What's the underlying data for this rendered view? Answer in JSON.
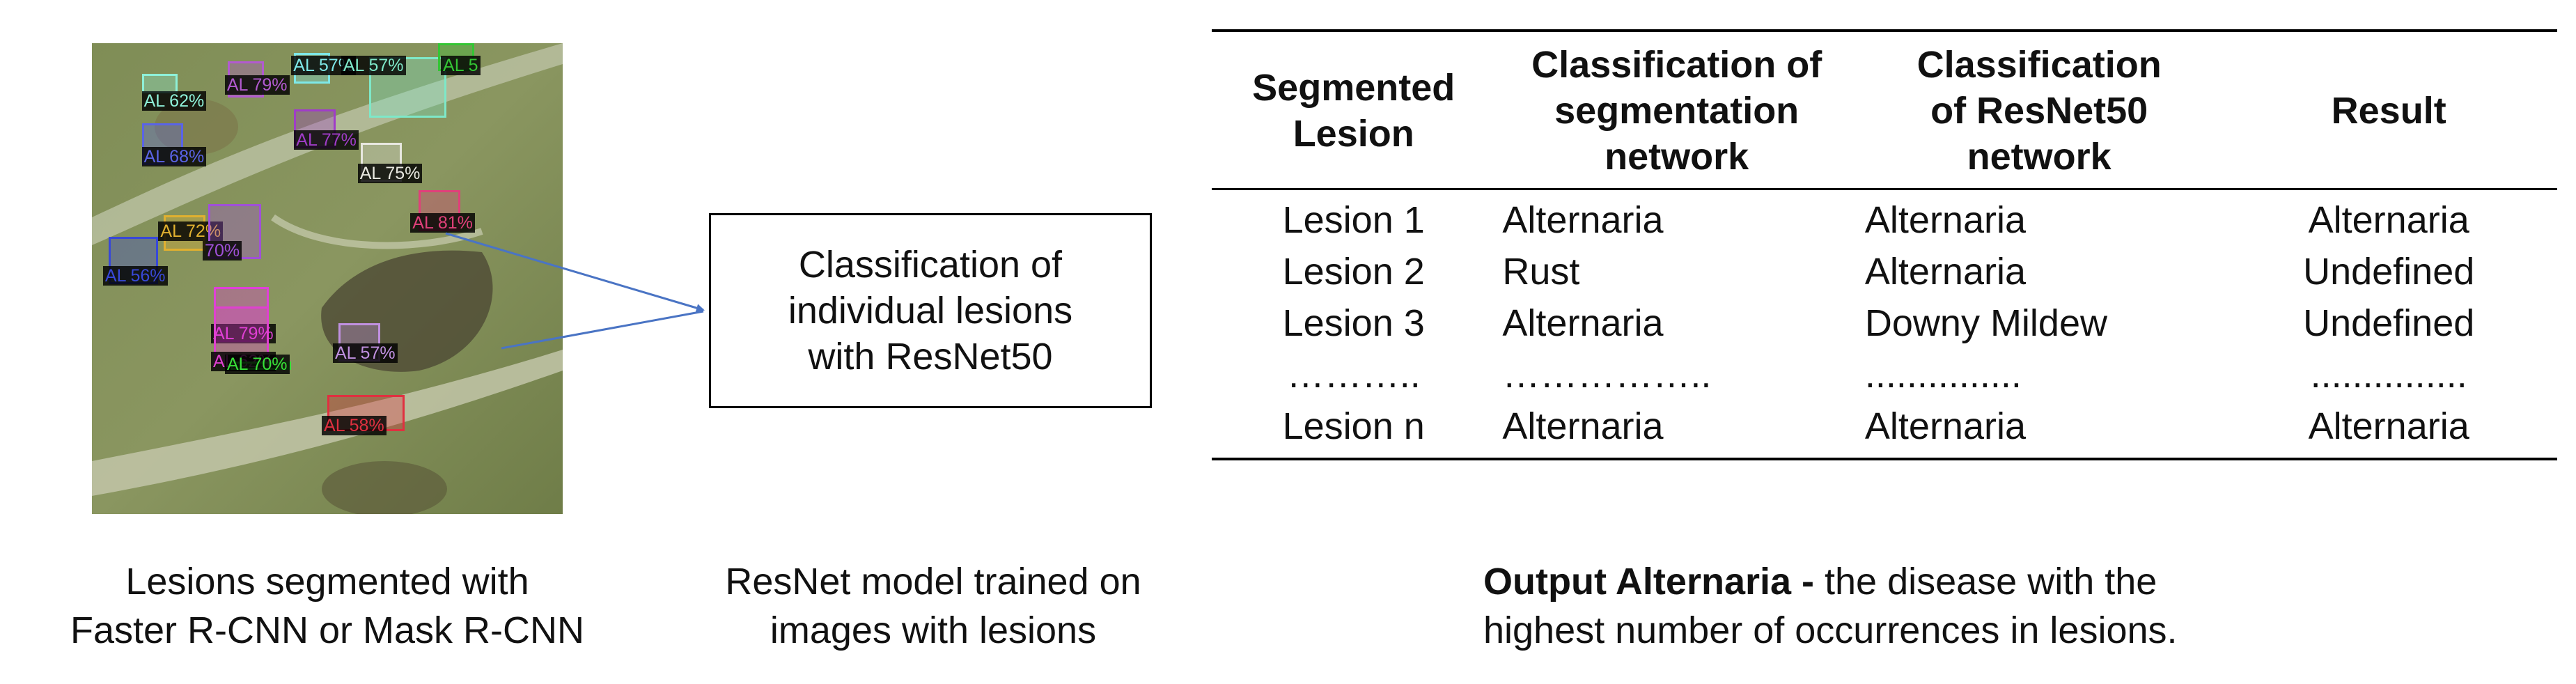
{
  "image": {
    "detections": [
      {
        "label": "AL 62%",
        "color": "#8ef0d8"
      },
      {
        "label": "AL 79%",
        "color": "#b25ad0"
      },
      {
        "label": "AL 57%",
        "color": "#7ee8e8"
      },
      {
        "label": "AL 57%",
        "color": "#7ee8c8"
      },
      {
        "label": "AL 5",
        "color": "#34c534"
      },
      {
        "label": "AL 77%",
        "color": "#a03cc8"
      },
      {
        "label": "AL 68%",
        "color": "#5a64e6"
      },
      {
        "label": "AL 75%",
        "color": "#e8e8e0"
      },
      {
        "label": "AL 81%",
        "color": "#e0407a"
      },
      {
        "label": "AL 72%",
        "color": "#e0b030"
      },
      {
        "label": "70%",
        "color": "#a050d8"
      },
      {
        "label": "AL 56%",
        "color": "#3848d8"
      },
      {
        "label": "AL 79%",
        "color": "#e040d8"
      },
      {
        "label": "AL 62%",
        "color": "#e040d0"
      },
      {
        "label": "AL 57%",
        "color": "#c090e0"
      },
      {
        "label": "AL 70%",
        "color": "#38e038"
      },
      {
        "label": "AL 58%",
        "color": "#e03040"
      }
    ]
  },
  "center_box": {
    "lines": [
      "Classification of",
      "individual lesions",
      "with ResNet50"
    ]
  },
  "captions": {
    "left": [
      "Lesions segmented with",
      "Faster R-CNN or Mask R-CNN"
    ],
    "middle": [
      "ResNet model trained on",
      "images with lesions"
    ],
    "right_bold": "Output Alternaria -",
    "right_rest": " the disease with the",
    "right_line2": "highest number of occurrences in lesions."
  },
  "table": {
    "headers": [
      [
        "Segmented",
        "Lesion"
      ],
      [
        "Classification of",
        "segmentation",
        "network"
      ],
      [
        "Classification",
        "of ResNet50",
        "network"
      ],
      [
        "Result"
      ]
    ],
    "rows": [
      [
        "Lesion 1",
        "Alternaria",
        "Alternaria",
        "Alternaria"
      ],
      [
        "Lesion 2",
        "Rust",
        "Alternaria",
        "Undefined"
      ],
      [
        "Lesion 3",
        "Alternaria",
        "Downy Mildew",
        "Undefined"
      ],
      [
        "………..",
        "……………..",
        "...............",
        "..............."
      ],
      [
        "Lesion n",
        "Alternaria",
        "Alternaria",
        "Alternaria"
      ]
    ]
  }
}
